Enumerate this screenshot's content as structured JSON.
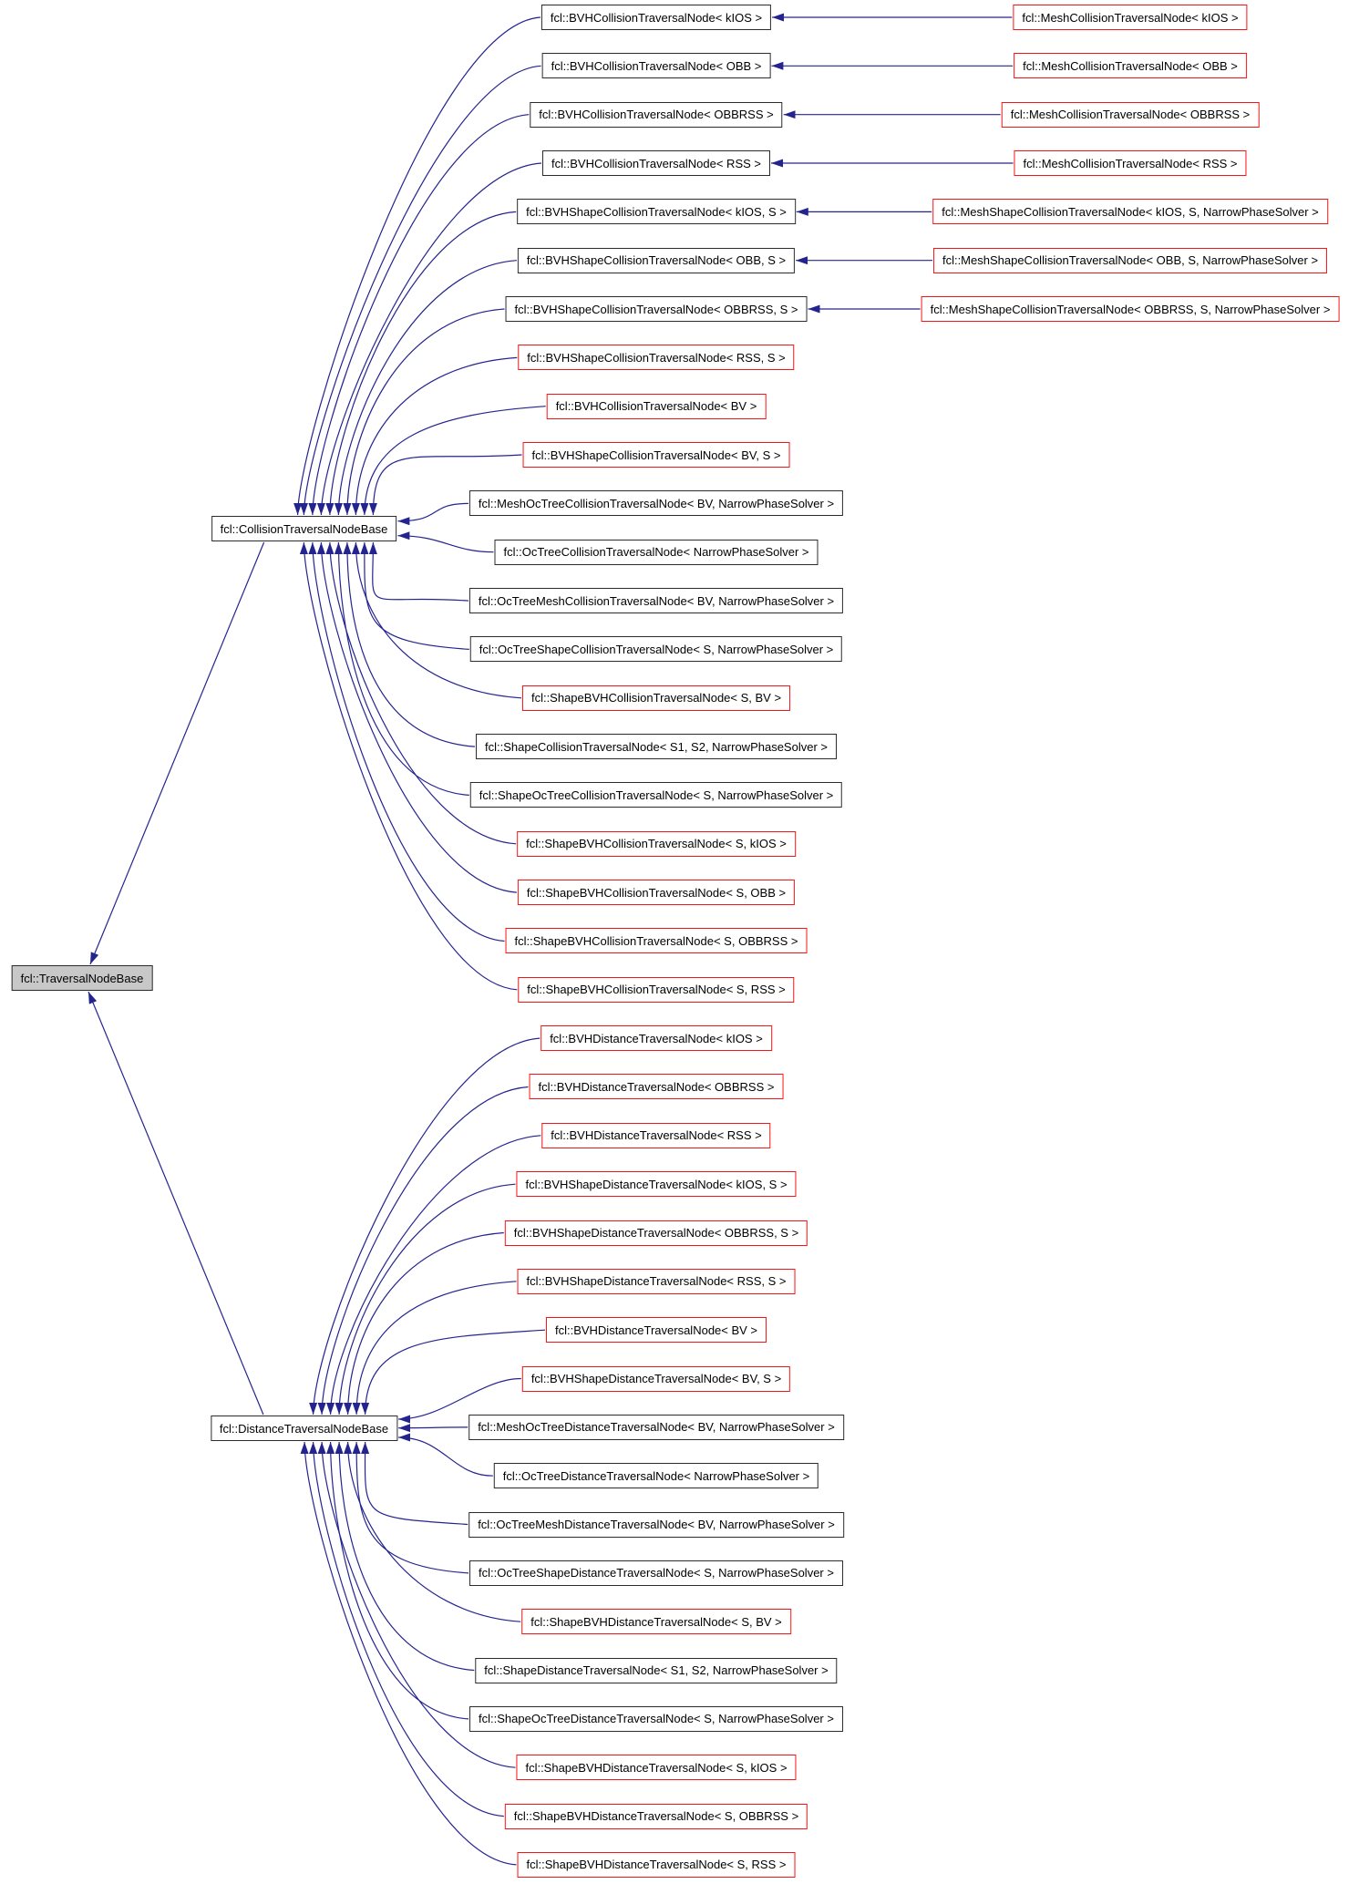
{
  "root": {
    "label": "fcl::TraversalNodeBase",
    "style": "current"
  },
  "sections": [
    {
      "base": {
        "label": "fcl::CollisionTraversalNodeBase",
        "style": "black"
      },
      "rows": [
        {
          "label": "fcl::BVHCollisionTraversalNode< kIOS >",
          "style": "black",
          "child": {
            "label": "fcl::MeshCollisionTraversalNode< kIOS >",
            "style": "red"
          }
        },
        {
          "label": "fcl::BVHCollisionTraversalNode< OBB >",
          "style": "black",
          "child": {
            "label": "fcl::MeshCollisionTraversalNode< OBB >",
            "style": "red"
          }
        },
        {
          "label": "fcl::BVHCollisionTraversalNode< OBBRSS >",
          "style": "black",
          "child": {
            "label": "fcl::MeshCollisionTraversalNode< OBBRSS >",
            "style": "red"
          }
        },
        {
          "label": "fcl::BVHCollisionTraversalNode< RSS >",
          "style": "black",
          "child": {
            "label": "fcl::MeshCollisionTraversalNode< RSS >",
            "style": "red"
          }
        },
        {
          "label": "fcl::BVHShapeCollisionTraversalNode< kIOS, S >",
          "style": "black",
          "child": {
            "label": "fcl::MeshShapeCollisionTraversalNode< kIOS, S, NarrowPhaseSolver >",
            "style": "red"
          }
        },
        {
          "label": "fcl::BVHShapeCollisionTraversalNode< OBB, S >",
          "style": "black",
          "child": {
            "label": "fcl::MeshShapeCollisionTraversalNode< OBB, S, NarrowPhaseSolver >",
            "style": "red"
          }
        },
        {
          "label": "fcl::BVHShapeCollisionTraversalNode< OBBRSS, S >",
          "style": "black",
          "child": {
            "label": "fcl::MeshShapeCollisionTraversalNode< OBBRSS, S, NarrowPhaseSolver >",
            "style": "red"
          }
        },
        {
          "label": "fcl::BVHShapeCollisionTraversalNode< RSS, S >",
          "style": "red"
        },
        {
          "label": "fcl::BVHCollisionTraversalNode< BV >",
          "style": "red"
        },
        {
          "label": "fcl::BVHShapeCollisionTraversalNode< BV, S >",
          "style": "red"
        },
        {
          "label": "fcl::MeshOcTreeCollisionTraversalNode< BV, NarrowPhaseSolver >",
          "style": "black"
        },
        {
          "label": "fcl::OcTreeCollisionTraversalNode< NarrowPhaseSolver >",
          "style": "black"
        },
        {
          "label": "fcl::OcTreeMeshCollisionTraversalNode< BV, NarrowPhaseSolver >",
          "style": "black"
        },
        {
          "label": "fcl::OcTreeShapeCollisionTraversalNode< S, NarrowPhaseSolver >",
          "style": "black"
        },
        {
          "label": "fcl::ShapeBVHCollisionTraversalNode< S, BV >",
          "style": "red"
        },
        {
          "label": "fcl::ShapeCollisionTraversalNode< S1, S2, NarrowPhaseSolver >",
          "style": "black"
        },
        {
          "label": "fcl::ShapeOcTreeCollisionTraversalNode< S, NarrowPhaseSolver >",
          "style": "black"
        },
        {
          "label": "fcl::ShapeBVHCollisionTraversalNode< S, kIOS >",
          "style": "red"
        },
        {
          "label": "fcl::ShapeBVHCollisionTraversalNode< S, OBB >",
          "style": "red"
        },
        {
          "label": "fcl::ShapeBVHCollisionTraversalNode< S, OBBRSS >",
          "style": "red"
        },
        {
          "label": "fcl::ShapeBVHCollisionTraversalNode< S, RSS >",
          "style": "red"
        }
      ]
    },
    {
      "base": {
        "label": "fcl::DistanceTraversalNodeBase",
        "style": "black"
      },
      "rows": [
        {
          "label": "fcl::BVHDistanceTraversalNode< kIOS >",
          "style": "red"
        },
        {
          "label": "fcl::BVHDistanceTraversalNode< OBBRSS >",
          "style": "red"
        },
        {
          "label": "fcl::BVHDistanceTraversalNode< RSS >",
          "style": "red"
        },
        {
          "label": "fcl::BVHShapeDistanceTraversalNode< kIOS, S >",
          "style": "red"
        },
        {
          "label": "fcl::BVHShapeDistanceTraversalNode< OBBRSS, S >",
          "style": "red"
        },
        {
          "label": "fcl::BVHShapeDistanceTraversalNode< RSS, S >",
          "style": "red"
        },
        {
          "label": "fcl::BVHDistanceTraversalNode< BV >",
          "style": "red"
        },
        {
          "label": "fcl::BVHShapeDistanceTraversalNode< BV, S >",
          "style": "red"
        },
        {
          "label": "fcl::MeshOcTreeDistanceTraversalNode< BV, NarrowPhaseSolver >",
          "style": "black"
        },
        {
          "label": "fcl::OcTreeDistanceTraversalNode< NarrowPhaseSolver >",
          "style": "black"
        },
        {
          "label": "fcl::OcTreeMeshDistanceTraversalNode< BV, NarrowPhaseSolver >",
          "style": "black"
        },
        {
          "label": "fcl::OcTreeShapeDistanceTraversalNode< S, NarrowPhaseSolver >",
          "style": "black"
        },
        {
          "label": "fcl::ShapeBVHDistanceTraversalNode< S, BV >",
          "style": "red"
        },
        {
          "label": "fcl::ShapeDistanceTraversalNode< S1, S2, NarrowPhaseSolver >",
          "style": "black"
        },
        {
          "label": "fcl::ShapeOcTreeDistanceTraversalNode< S, NarrowPhaseSolver >",
          "style": "black"
        },
        {
          "label": "fcl::ShapeBVHDistanceTraversalNode< S, kIOS >",
          "style": "red"
        },
        {
          "label": "fcl::ShapeBVHDistanceTraversalNode< S, OBBRSS >",
          "style": "red"
        },
        {
          "label": "fcl::ShapeBVHDistanceTraversalNode< S, RSS >",
          "style": "red"
        }
      ]
    }
  ],
  "colors": {
    "arrow": "#24248f",
    "black_border": "#2b2b2b",
    "red_border": "#f81414",
    "current_fill": "#c8c8c8",
    "text": "#000000",
    "background": "#ffffff"
  }
}
